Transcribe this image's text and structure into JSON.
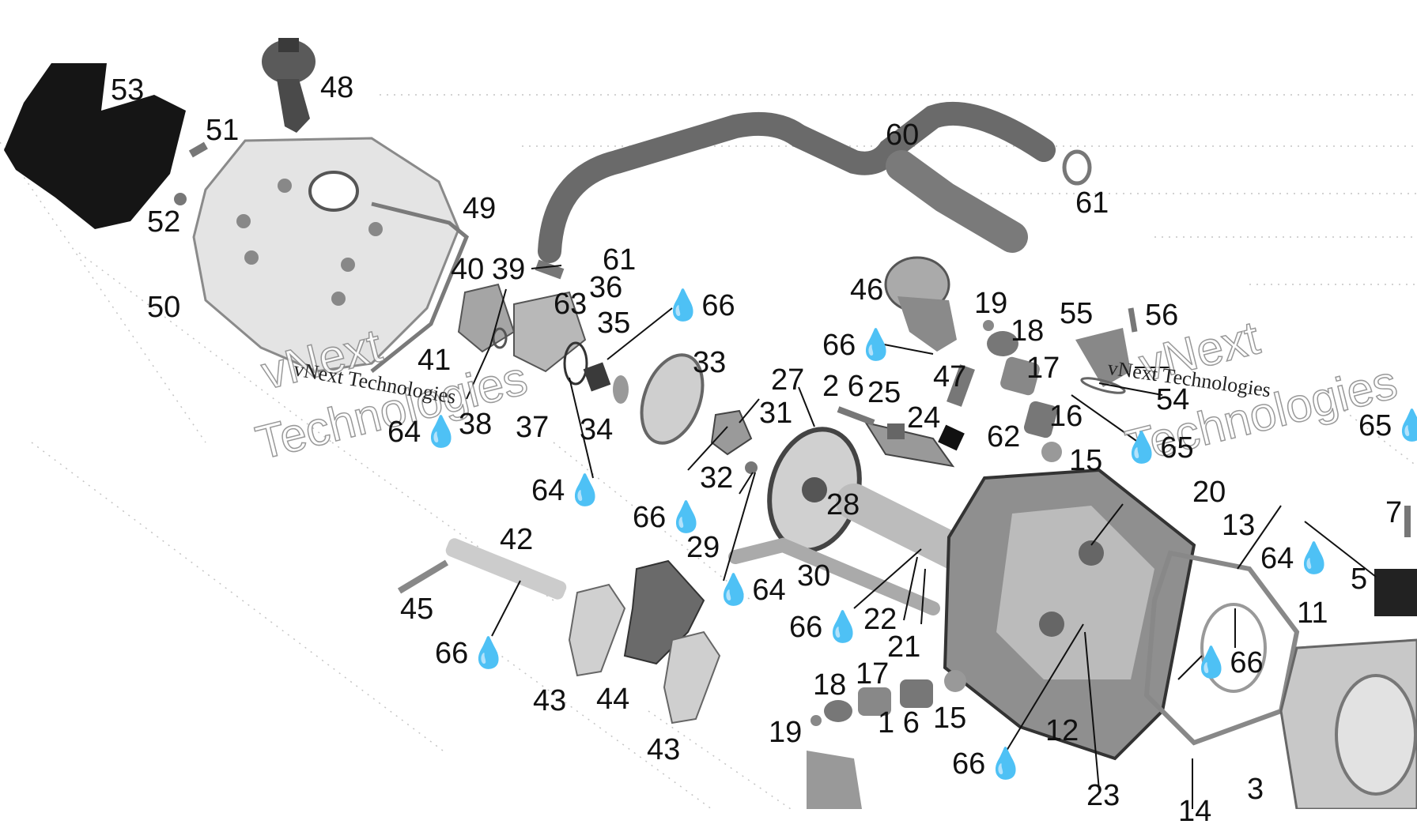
{
  "watermark": {
    "text": "vNext Technologies",
    "big_line1": "vNext",
    "big_line2": "Technologies"
  },
  "callouts": [
    "53",
    "48",
    "51",
    "52",
    "49",
    "50",
    "40",
    "39",
    "41",
    "38",
    "37",
    "36",
    "35",
    "34",
    "33",
    "63",
    "61",
    "60",
    "64",
    "66",
    "46",
    "19",
    "18",
    "17",
    "16",
    "15",
    "55",
    "56",
    "54",
    "65",
    "47",
    "25",
    "24",
    "26",
    "27",
    "62",
    "31",
    "32",
    "29",
    "28",
    "30",
    "20",
    "13",
    "7",
    "5",
    "11",
    "22",
    "21",
    "12",
    "23",
    "14",
    "3",
    "42",
    "45",
    "43",
    "44"
  ],
  "callout_labels": {
    "c53": "53",
    "c48": "48",
    "c51": "51",
    "c52": "52",
    "c49": "49",
    "c50": "50",
    "c40": "40",
    "c39": "39",
    "c41": "41",
    "c64a": "64",
    "c38": "38",
    "c37": "37",
    "c63": "63",
    "c36": "36",
    "c35": "35",
    "c66a": "66",
    "c34": "34",
    "c64b": "64",
    "c33": "33",
    "c61a": "61",
    "c60": "60",
    "c61b": "61",
    "c46": "46",
    "c66b": "66",
    "c19a": "19",
    "c18a": "18",
    "c17a": "17",
    "c16a": "16",
    "c15a": "15",
    "c55": "55",
    "c56": "56",
    "c54": "54",
    "c65a": "65",
    "c65b": "65",
    "c47": "47",
    "c27": "27",
    "c26": "2 6",
    "c25": "25",
    "c24": "24",
    "c62": "62",
    "c31": "31",
    "c32": "32",
    "c66c": "66",
    "c29": "29",
    "c28": "28",
    "c30": "30",
    "c64c": "64",
    "c20": "20",
    "c13": "13",
    "c7": "7",
    "c64d": "64",
    "c5": "5",
    "c11": "11",
    "c66d": "66",
    "c22": "22",
    "c21": "21",
    "c66e": "66",
    "c12": "12",
    "c23": "23",
    "c14": "14",
    "c3": "3",
    "c42": "42",
    "c45": "45",
    "c66f": "66",
    "c43a": "43",
    "c44": "44",
    "c43b": "43",
    "c18b": "18",
    "c17b": "17",
    "c19b": "19",
    "c16b": "1 6",
    "c15b": "15",
    "c66g": "66"
  },
  "colors": {
    "part_light": "#d8d8d8",
    "part_mid": "#9a9a9a",
    "part_dark": "#3a3a3a",
    "leader": "#111111",
    "dotted": "#bdbdbd"
  }
}
